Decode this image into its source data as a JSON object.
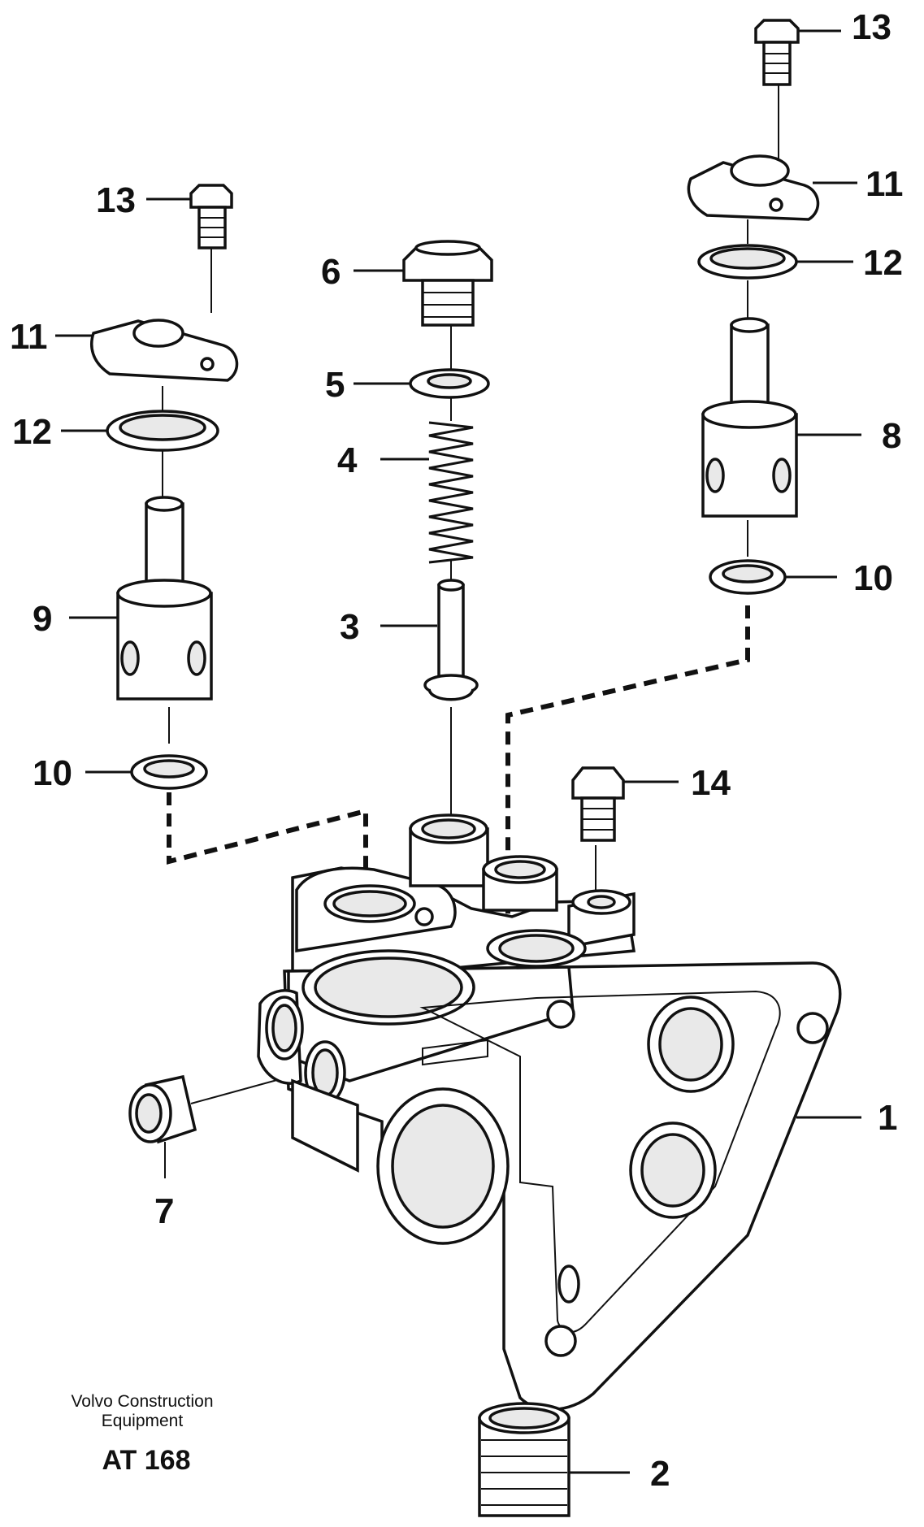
{
  "diagram": {
    "callouts": {
      "c1": "1",
      "c2": "2",
      "c3": "3",
      "c4": "4",
      "c5": "5",
      "c6": "6",
      "c7": "7",
      "c8": "8",
      "c9": "9",
      "c10_left": "10",
      "c10_right": "10",
      "c11_left": "11",
      "c11_right": "11",
      "c12_left": "12",
      "c12_right": "12",
      "c13_left": "13",
      "c13_right": "13",
      "c14": "14"
    },
    "caption": {
      "line1": "Volvo Construction",
      "line2": "Equipment",
      "code": "AT 168"
    }
  }
}
